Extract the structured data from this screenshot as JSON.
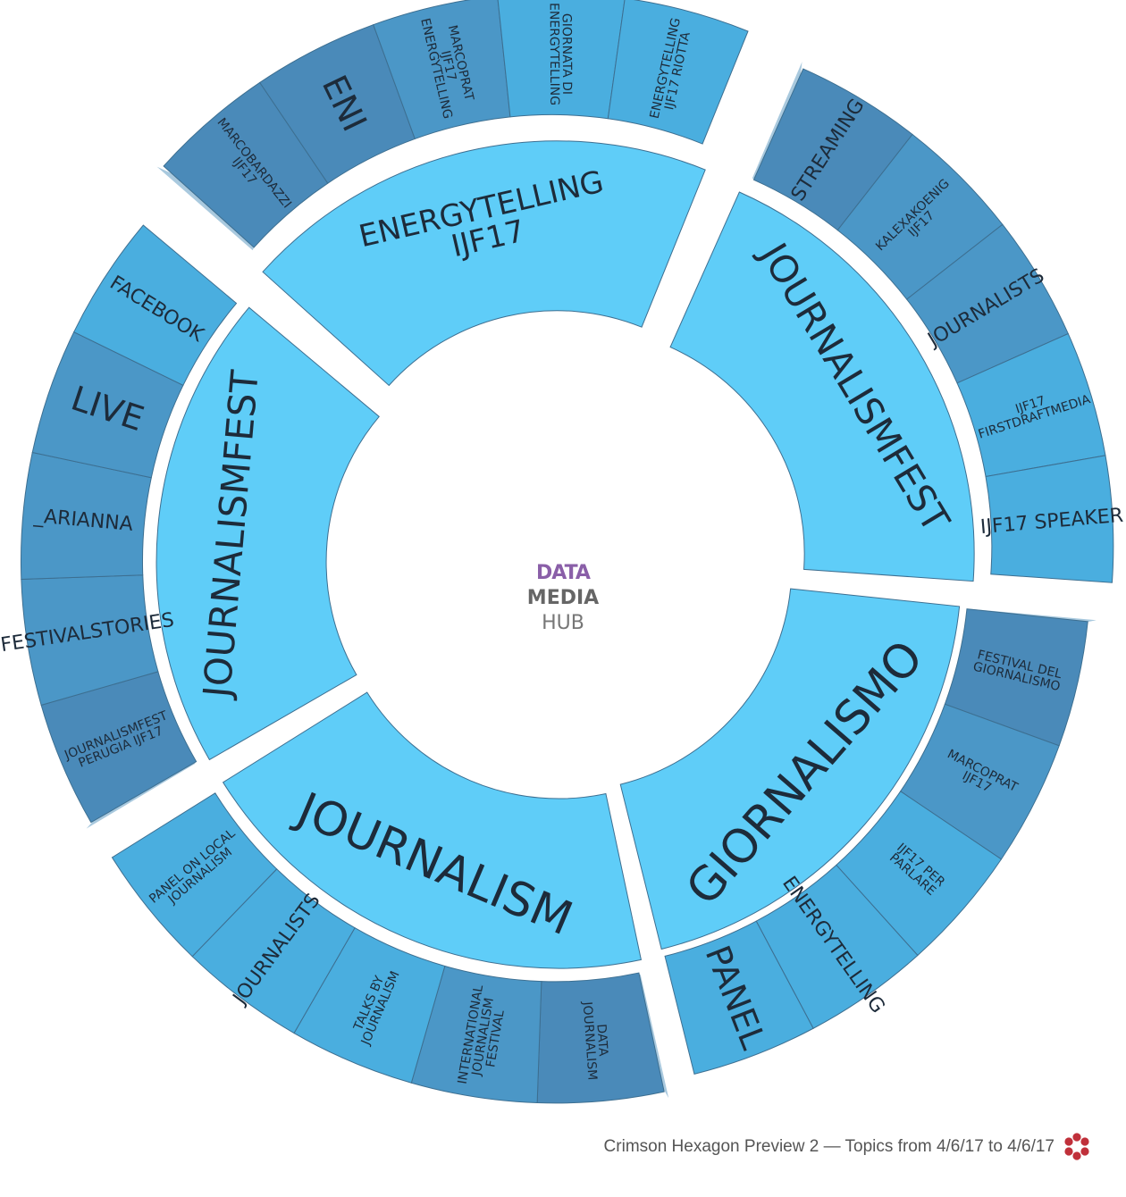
{
  "colors": {
    "inner": "#5fcdf8",
    "outer_dark": "#4a8ab9",
    "outer_mid": "#4b97c7",
    "outer_light": "#4aaedf",
    "connector": "#a9c9de",
    "stroke": "#3d6f91",
    "label": "#1d2b3a",
    "footer_text": "#555555",
    "footer_icon": "#c0303a"
  },
  "center_logo": {
    "line1": "DATA",
    "line2": "MEDIA",
    "line3": "HUB",
    "icon": "datamediahub-logo"
  },
  "footer": {
    "text": "Crimson Hexagon Preview 2 — Topics from 4/6/17 to 4/6/17",
    "icon": "crimson-hexagon-icon"
  },
  "chart_data": {
    "type": "sunburst",
    "groups": [
      {
        "name": "JOURNALISMFEST",
        "children": [
          {
            "name": "JOURNALISMFEST PERUGIA IJF17",
            "tone": "dark"
          },
          {
            "name": "FESTIVALSTORIES",
            "tone": "mid"
          },
          {
            "name": "_ARIANNA",
            "tone": "mid"
          },
          {
            "name": "LIVE",
            "tone": "mid"
          },
          {
            "name": "FACEBOOK",
            "tone": "light"
          }
        ]
      },
      {
        "name": "ENERGYTELLING IJF17",
        "children": [
          {
            "name": "MARCOBARDAZZI IJF17",
            "tone": "dark"
          },
          {
            "name": "ENI",
            "tone": "dark"
          },
          {
            "name": "MARCOPRAT IJF17 ENERGYTELLING",
            "tone": "mid"
          },
          {
            "name": "GIORNATA DI ENERGYTELLING",
            "tone": "light"
          },
          {
            "name": "ENERGYTELLING IJF17 RIOTTA",
            "tone": "light"
          }
        ]
      },
      {
        "name": "JOURNALISMFEST",
        "children": [
          {
            "name": "STREAMING",
            "tone": "dark"
          },
          {
            "name": "KALEXAKOENIG IJF17",
            "tone": "mid"
          },
          {
            "name": "JOURNALISTS",
            "tone": "mid"
          },
          {
            "name": "IJF17 FIRSTDRAFTMEDIA",
            "tone": "light"
          },
          {
            "name": "IJF17 SPEAKER",
            "tone": "light"
          }
        ]
      },
      {
        "name": "GIORNALISMO",
        "children": [
          {
            "name": "FESTIVAL DEL GIORNALISMO",
            "tone": "dark"
          },
          {
            "name": "MARCOPRAT IJF17",
            "tone": "mid"
          },
          {
            "name": "IJF17 PER PARLARE",
            "tone": "light"
          },
          {
            "name": "ENERGYTELLING",
            "tone": "light"
          },
          {
            "name": "PANEL",
            "tone": "light"
          }
        ]
      },
      {
        "name": "JOURNALISM",
        "children": [
          {
            "name": "DATA JOURNALISM",
            "tone": "dark"
          },
          {
            "name": "INTERNATIONAL JOURNALISM FESTIVAL",
            "tone": "mid"
          },
          {
            "name": "TALKS BY JOURNALISM",
            "tone": "light"
          },
          {
            "name": "JOURNALISTS",
            "tone": "light"
          },
          {
            "name": "PANEL ON LOCAL JOURNALISM",
            "tone": "light"
          }
        ]
      }
    ]
  }
}
